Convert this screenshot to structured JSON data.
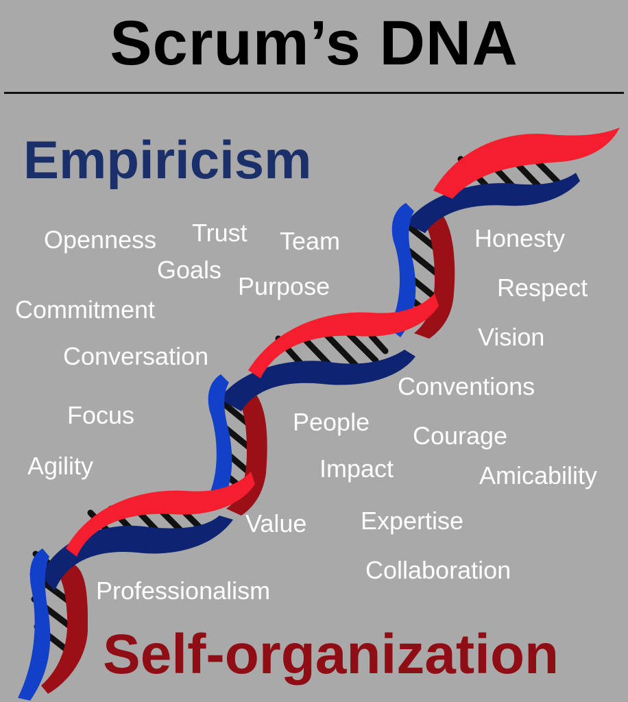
{
  "title": "Scrum’s DNA",
  "headings": {
    "top": "Empiricism",
    "bottom": "Self-organization"
  },
  "colors": {
    "background": "#a9a9a9",
    "empiricism": "#1b2f6b",
    "self_organization": "#8f0d14",
    "strand_red": "#f51e2e",
    "strand_dark_red": "#9b0f16",
    "strand_blue": "#1240c8",
    "strand_navy": "#0e2472",
    "words": "#ffffff"
  },
  "words": {
    "openness": "Openness",
    "trust": "Trust",
    "team": "Team",
    "honesty": "Honesty",
    "goals": "Goals",
    "purpose": "Purpose",
    "respect": "Respect",
    "commitment": "Commitment",
    "vision": "Vision",
    "conversation": "Conversation",
    "conventions": "Conventions",
    "focus": "Focus",
    "people": "People",
    "courage": "Courage",
    "agility": "Agility",
    "impact": "Impact",
    "amicability": "Amicability",
    "value": "Value",
    "expertise": "Expertise",
    "collaboration": "Collaboration",
    "professionalism": "Professionalism"
  }
}
